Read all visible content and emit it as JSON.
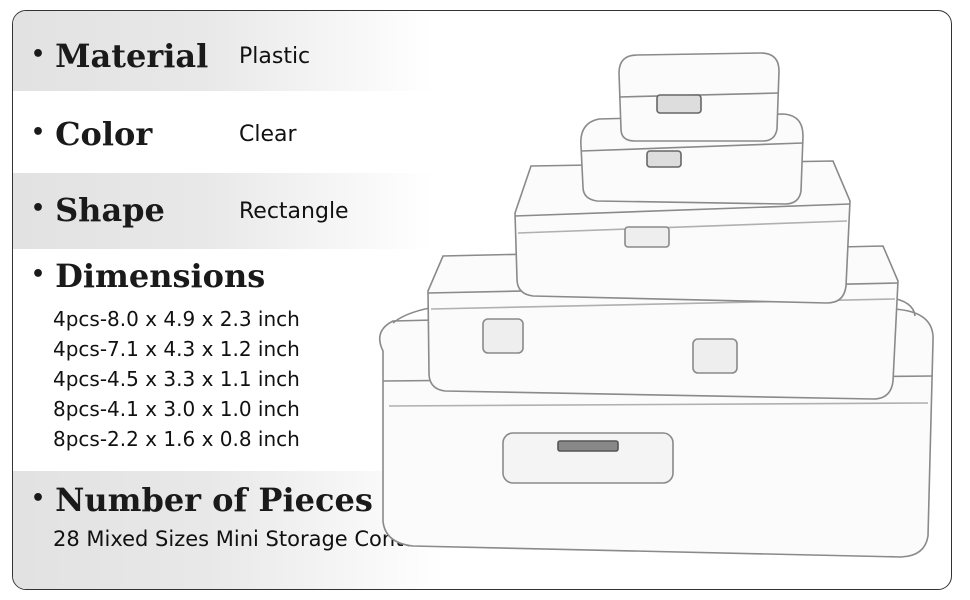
{
  "rows": {
    "material": {
      "label": "Material",
      "value": "Plastic"
    },
    "color": {
      "label": "Color",
      "value": "Clear"
    },
    "shape": {
      "label": "Shape",
      "value": "Rectangle"
    },
    "dimensions": {
      "label": "Dimensions",
      "items": [
        "4pcs-8.0 x 4.9 x 2.3 inch",
        "4pcs-7.1 x 4.3 x 1.2 inch",
        "4pcs-4.5 x 3.3 x 1.1 inch",
        "8pcs-4.1 x 3.0 x 1.0 inch",
        "8pcs-2.2 x 1.6 x 0.8 inch"
      ]
    },
    "pieces": {
      "label": "Number of Pieces",
      "value": "28 Mixed Sizes Mini Storage Containers"
    }
  },
  "bullet": "•",
  "colors": {
    "band": "#e4e4e4",
    "text": "#1a1a1a",
    "frame": "#333333"
  }
}
